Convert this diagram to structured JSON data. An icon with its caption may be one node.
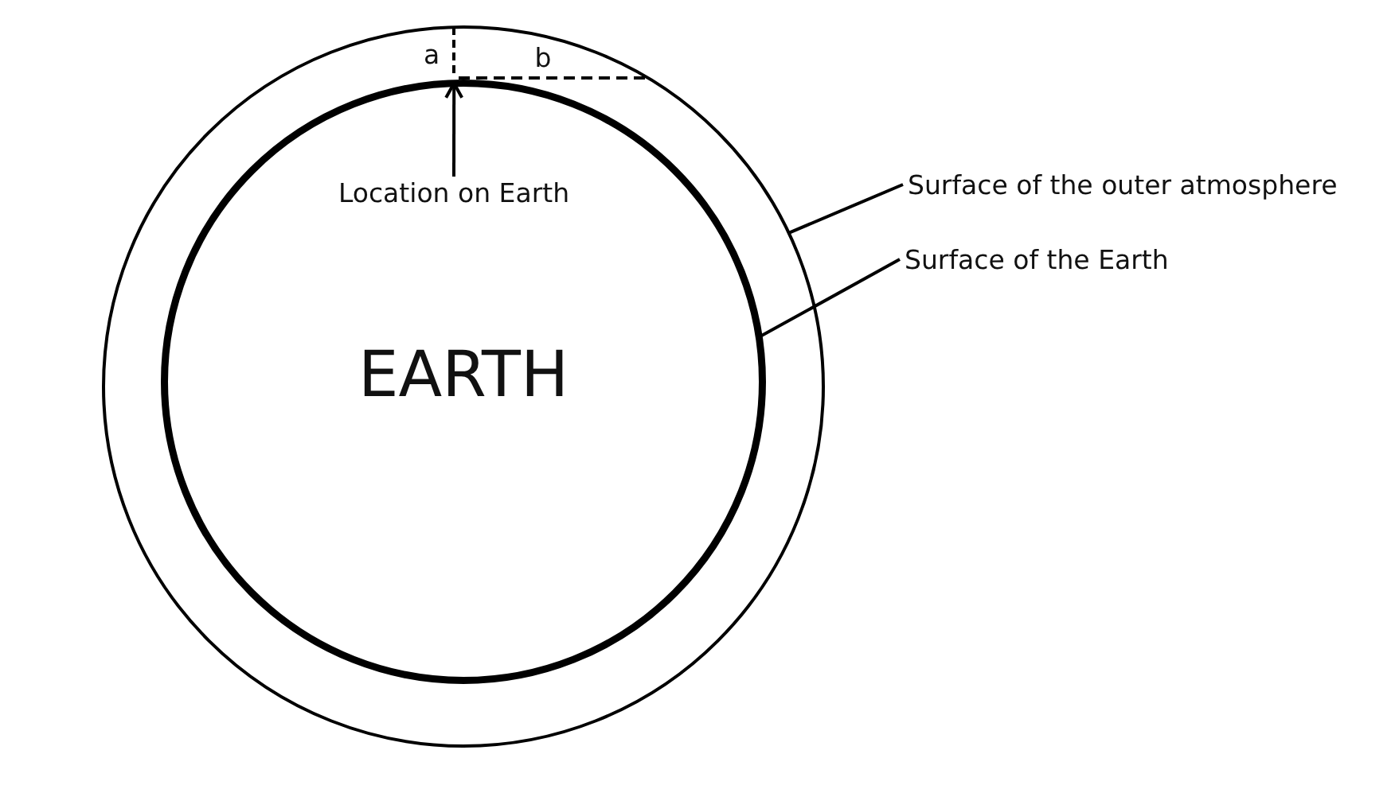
{
  "diagram": {
    "nodes": [
      {
        "text": [],
        "shape": "circle"
      },
      {
        "text": [
          "EARTH"
        ],
        "in": 0
      },
      {
        "text": [
          "Location on Earth"
        ],
        "in": 1
      },
      {
        "text": [
          "Surface of the outer atmosphere"
        ]
      },
      {
        "text": [
          "Surface of the Earth"
        ]
      }
    ],
    "edges": [
      {
        "from": 2,
        "to": 1,
        "arrow": "to"
      },
      {
        "from": 3,
        "to": 0,
        "arrow": "none"
      },
      {
        "from": 4,
        "to": 1,
        "arrow": "none"
      }
    ],
    "labels": [
      "a",
      "b"
    ]
  }
}
